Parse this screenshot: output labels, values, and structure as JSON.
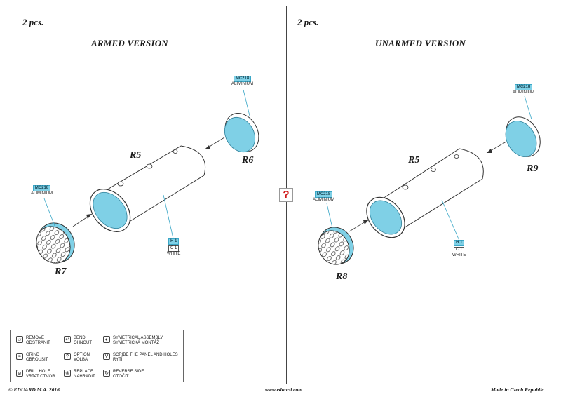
{
  "left_panel": {
    "count": "2 pcs.",
    "heading": "ARMED VERSION",
    "parts": {
      "tank": "R5",
      "end_cap": "R6",
      "grill": "R7"
    },
    "paint_top": {
      "code": "MC218",
      "name": "ALIMINIUM"
    },
    "paint_left": {
      "code": "MC218",
      "name": "ALIMINIUM"
    },
    "paint_body": {
      "code": "H 1",
      "code2": "C 1",
      "name": "WHITE"
    }
  },
  "right_panel": {
    "count": "2 pcs.",
    "heading": "UNARMED VERSION",
    "parts": {
      "tank": "R5",
      "end_cap": "R9",
      "grill": "R8"
    },
    "paint_top": {
      "code": "MC218",
      "name": "ALIMINIUM"
    },
    "paint_left": {
      "code": "MC218",
      "name": "ALIMINIUM"
    },
    "paint_body": {
      "code": "H 1",
      "code2": "C 1",
      "name": "WHITE"
    }
  },
  "center_marker": "?",
  "legend": {
    "items": [
      {
        "icon": "remove-icon",
        "lines": [
          "REMOVE",
          "ODSTRANIT"
        ]
      },
      {
        "icon": "bend-icon",
        "lines": [
          "BEND",
          "OHNOUT"
        ]
      },
      {
        "icon": "symmetrical-assembly-icon",
        "lines": [
          "SYMETRICAL ASSEMBLY",
          "SYMETRICKÁ MONTÁŽ"
        ]
      },
      {
        "icon": "grind-icon",
        "lines": [
          "GRIND",
          "OBROUSIT"
        ]
      },
      {
        "icon": "option-icon",
        "lines": [
          "OPTION",
          "VOLBA"
        ]
      },
      {
        "icon": "scribe-icon",
        "lines": [
          "SCRIBE THE PANEL AND HOLES",
          "RYTÍ"
        ]
      },
      {
        "icon": "drill-hole-icon",
        "lines": [
          "DRILL HOLE",
          "VRTAT OTVOR"
        ]
      },
      {
        "icon": "replace-icon",
        "lines": [
          "REPLACE",
          "NAHRADIT"
        ]
      },
      {
        "icon": "reverse-side-icon",
        "lines": [
          "REVERSE SIDE",
          "OTOČIT"
        ]
      }
    ]
  },
  "footer": {
    "copyright": "© EDUARD  M.A. 2016",
    "website": "www.eduard.com",
    "made_in": "Made in Czech Republic"
  },
  "colors": {
    "paint_blue": "#7fd0e6",
    "marker_red": "#d01818"
  }
}
